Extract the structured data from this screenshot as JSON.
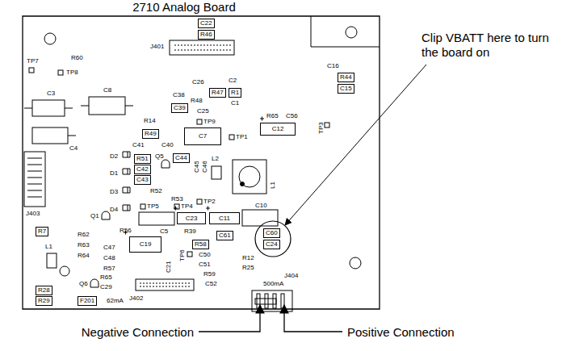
{
  "diagram": {
    "title": "2710 Analog Board",
    "labels": [
      "C22",
      "R46",
      "TP7",
      "R60",
      "J401",
      "C16",
      "R44",
      "C15",
      "TP8",
      "C26",
      "C2",
      "C3",
      "C8",
      "R48",
      "R47",
      "R1",
      "C38",
      "C1",
      "C39",
      "C25",
      "R14",
      "TP9",
      "R65",
      "C56",
      "TP3",
      "R49",
      "C40",
      "C7",
      "TP1",
      "C12",
      "C4",
      "C41",
      "D2",
      "R51",
      "Q5",
      "C44",
      "C45",
      "C46",
      "C42",
      "C43",
      "R52",
      "L2",
      "L1",
      "D1",
      "R53",
      "D3",
      "TP5",
      "TP4",
      "TP2",
      "D4",
      "J403",
      "C5",
      "C10",
      "C23",
      "C11",
      "R39",
      "R56",
      "C19",
      "R58",
      "C61",
      "C60",
      "C24",
      "TP6",
      "C50",
      "C51",
      "R59",
      "C52",
      "R12",
      "R25",
      "J404",
      "500mA",
      "J402",
      "R62",
      "R7",
      "R63",
      "R64",
      "C47",
      "C48",
      "R57",
      "C21",
      "L1",
      "Q1",
      "Q6",
      "R65",
      "C29",
      "R28",
      "R29",
      "F201",
      "62mA",
      "Clip VBATT here to turn the board on",
      "Negative Connection",
      "Positive Connection"
    ]
  }
}
